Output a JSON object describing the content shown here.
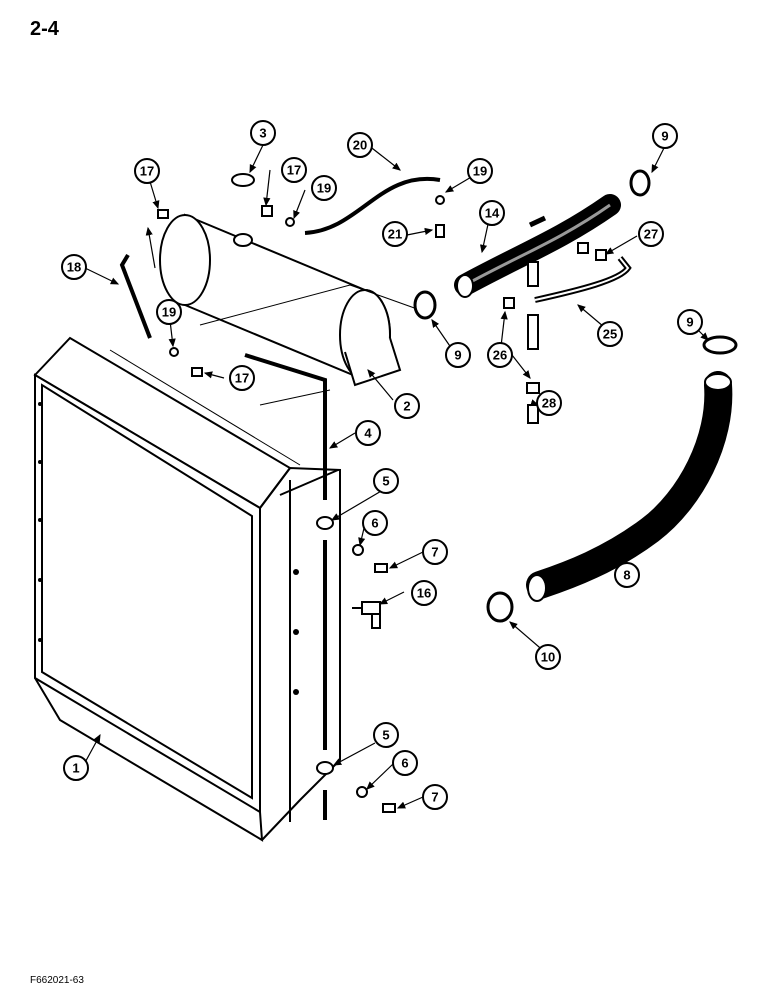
{
  "page_number": "2-4",
  "figure_code": "F662021-63",
  "callouts": [
    "1",
    "2",
    "3",
    "4",
    "5",
    "5",
    "6",
    "6",
    "7",
    "7",
    "8",
    "9",
    "9",
    "9",
    "10",
    "14",
    "16",
    "17",
    "17",
    "17",
    "18",
    "19",
    "19",
    "19",
    "20",
    "21",
    "25",
    "26",
    "27",
    "28"
  ]
}
